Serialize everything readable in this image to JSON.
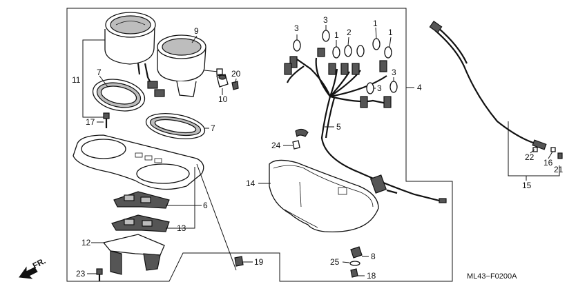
{
  "diagram_code": "ML43−F0200A",
  "direction_label": "FR.",
  "callouts": [
    {
      "id": "c11",
      "text": "11"
    },
    {
      "id": "c7a",
      "text": "7"
    },
    {
      "id": "c9",
      "text": "9"
    },
    {
      "id": "c20",
      "text": "20"
    },
    {
      "id": "c10",
      "text": "10"
    },
    {
      "id": "c17",
      "text": "17"
    },
    {
      "id": "c7b",
      "text": "7"
    },
    {
      "id": "c6",
      "text": "6"
    },
    {
      "id": "c13",
      "text": "13"
    },
    {
      "id": "c12",
      "text": "12"
    },
    {
      "id": "c23",
      "text": "23"
    },
    {
      "id": "c19",
      "text": "19"
    },
    {
      "id": "c3a",
      "text": "3"
    },
    {
      "id": "c3b",
      "text": "3"
    },
    {
      "id": "c1a",
      "text": "1"
    },
    {
      "id": "c2",
      "text": "2"
    },
    {
      "id": "c1b",
      "text": "1"
    },
    {
      "id": "c1c",
      "text": "1"
    },
    {
      "id": "c3c",
      "text": "3"
    },
    {
      "id": "c3d",
      "text": "3"
    },
    {
      "id": "c4",
      "text": "4"
    },
    {
      "id": "c5",
      "text": "5"
    },
    {
      "id": "c24",
      "text": "24"
    },
    {
      "id": "c14",
      "text": "14"
    },
    {
      "id": "c8",
      "text": "8"
    },
    {
      "id": "c25",
      "text": "25"
    },
    {
      "id": "c18",
      "text": "18"
    },
    {
      "id": "c22",
      "text": "22"
    },
    {
      "id": "c16",
      "text": "16"
    },
    {
      "id": "c21",
      "text": "21"
    },
    {
      "id": "c15",
      "text": "15"
    }
  ]
}
